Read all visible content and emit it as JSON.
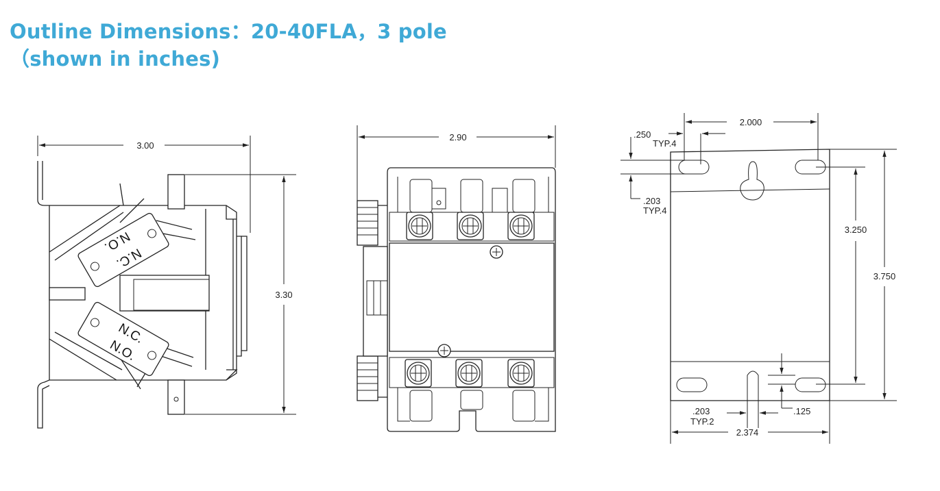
{
  "title": {
    "line1": "Outline Dimensions：20-40FLA，3 pole",
    "line2": "（shown in inches)"
  },
  "views": {
    "side": {
      "width_dim": "3.00",
      "height_dim": "3.30",
      "switch_top_line1": "N.O.",
      "switch_top_line2": "N.C.",
      "switch_bottom_line1": "N.C.",
      "switch_bottom_line2": "N.O."
    },
    "front": {
      "width_dim": "2.90"
    },
    "mount": {
      "hole_spacing": "2.000",
      "top_offset": ".250",
      "top_offset_note": "TYP.4",
      "slot_width": ".203",
      "slot_width_note": "TYP.4",
      "inner_height": "3.250",
      "outer_height": "3.750",
      "bottom_slot_width": ".203",
      "bottom_slot_note": "TYP.2",
      "bottom_offset": ".125",
      "overall_width": "2.374"
    }
  }
}
